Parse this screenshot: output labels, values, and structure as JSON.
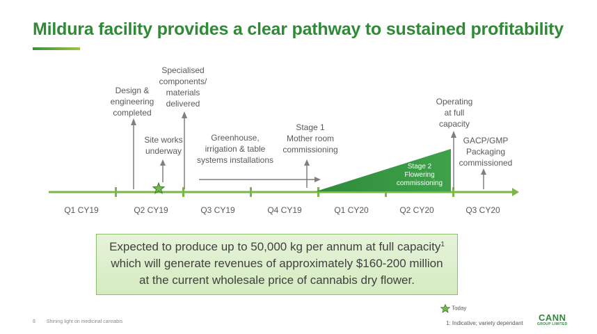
{
  "title": "Mildura facility provides a clear pathway to sustained profitability",
  "milestones": {
    "design": "Design &\nengineering\ncompleted",
    "site_works": "Site works\nunderway",
    "components": "Specialised\ncomponents/\nmaterials\ndelivered",
    "greenhouse": "Greenhouse,\nirrigation & table\nsystems installations",
    "stage1": "Stage 1\nMother room\ncommissioning",
    "stage2": "Stage 2\nFlowering\ncommissioning",
    "operating": "Operating\nat full\ncapacity",
    "gacp": "GACP/GMP\nPackaging\ncommissioned"
  },
  "quarters": [
    "Q1 CY19",
    "Q2 CY19",
    "Q3 CY19",
    "Q4 CY19",
    "Q1 CY20",
    "Q2 CY20",
    "Q3 CY20"
  ],
  "callout": {
    "line1": "Expected to produce up to 50,000 kg per annum at full capacity",
    "footnote_mark": "1",
    "line2": "which will generate revenues of approximately $160-200 million",
    "line3": "at the current wholesale price of cannabis dry flower."
  },
  "footer": {
    "page_number": "8",
    "tagline": "Shining light on medicinal cannabis",
    "today_label": "Today",
    "footnote": "1: Indicative; variety dependant",
    "logo_main": "CANN",
    "logo_sub": "GROUP LIMITED"
  },
  "colors": {
    "title_green": "#2f8a36",
    "timeline_green": "#7ab648",
    "ramp_green": "#2e8b3a",
    "arrow_gray": "#7f7f7f"
  }
}
